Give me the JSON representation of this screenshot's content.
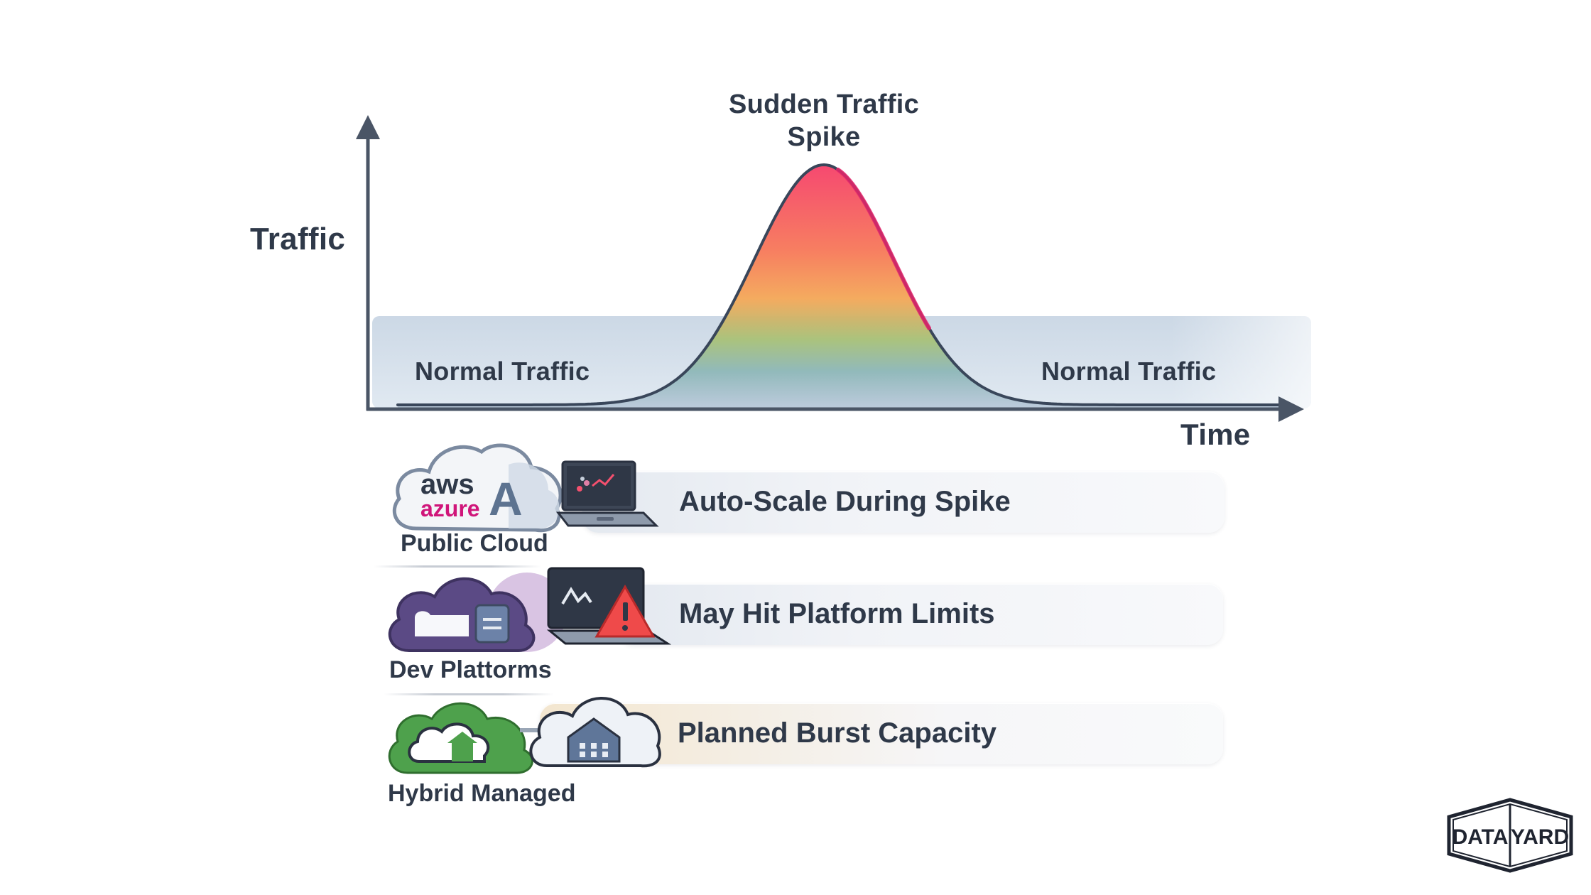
{
  "chart": {
    "y_label": "Traffic",
    "x_label": "Time",
    "spike_title_line1": "Sudden Traffic",
    "spike_title_line2": "Spike",
    "normal_left": "Normal Traffic",
    "normal_right": "Normal Traffic"
  },
  "chart_data": {
    "type": "area",
    "title": "",
    "xlabel": "Time",
    "ylabel": "Traffic",
    "grid": false,
    "annotations": [
      "Normal Traffic",
      "Sudden Traffic Spike",
      "Normal Traffic"
    ],
    "colors": {
      "baseline_band": "#b9c9dc",
      "spike_top": "#f4506e",
      "spike_mid": "#f7a15a",
      "spike_low": "#7fc1a6",
      "axis": "#4a5566"
    }
  },
  "rows": [
    {
      "icon_caption": "Public Cloud",
      "label": "Auto-Scale During Spike",
      "logo_line1": "aws",
      "logo_line2": "azure",
      "logo_mark": "A",
      "icons": [
        "cloud-icon",
        "laptop-chart-icon"
      ]
    },
    {
      "icon_caption": "Dev Plattorms",
      "label": "May Hit Platform Limits",
      "icons": [
        "cloud-icon",
        "laptop-warning-icon"
      ]
    },
    {
      "icon_caption": "Hybrid Managed",
      "label": "Planned Burst Capacity",
      "icons": [
        "cloud-icon",
        "building-cloud-icon"
      ]
    }
  ],
  "brand": {
    "left": "DATA",
    "right": "YARD"
  }
}
